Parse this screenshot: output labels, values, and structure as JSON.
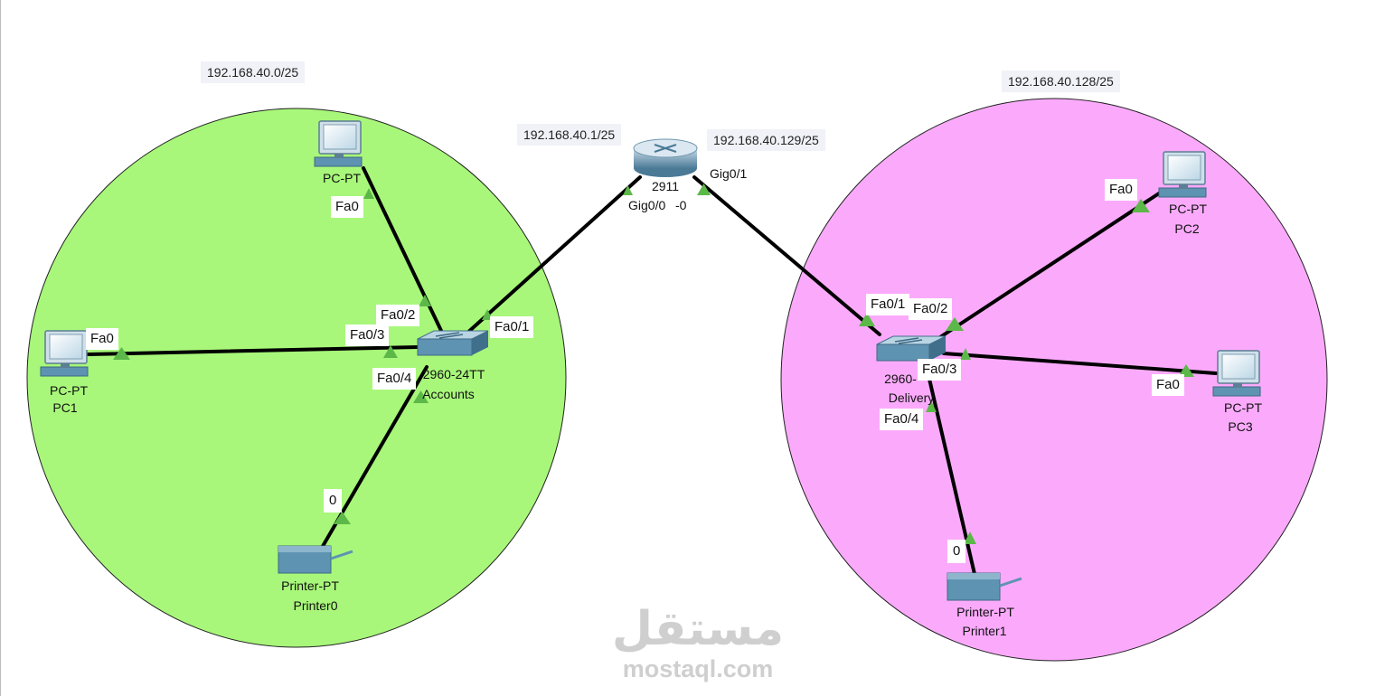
{
  "subnets": {
    "left": "192.168.40.0/25",
    "right": "192.168.40.128/25"
  },
  "router": {
    "model": "2911",
    "left_ip": "192.168.40.1/25",
    "right_ip": "192.168.40.129/25",
    "port_left": "Gig0/0",
    "port_left_suffix": "-0",
    "port_right": "Gig0/1"
  },
  "switch_accounts": {
    "model": "2960-24TT",
    "name": "Accounts"
  },
  "switch_delivery": {
    "model": "2960-",
    "name": "Delivery"
  },
  "devices": {
    "pc0": {
      "type": "PC-PT"
    },
    "pc1": {
      "type": "PC-PT",
      "name": "PC1"
    },
    "pc2": {
      "type": "PC-PT",
      "name": "PC2"
    },
    "pc3": {
      "type": "PC-PT",
      "name": "PC3"
    },
    "printer0": {
      "type": "Printer-PT",
      "name": "Printer0"
    },
    "printer1": {
      "type": "Printer-PT",
      "name": "Printer1"
    }
  },
  "ports": {
    "pc0_fa0": "Fa0",
    "pc1_fa0": "Fa0",
    "pc2_fa0": "Fa0",
    "pc3_fa0": "Fa0",
    "acc_fa01": "Fa0/1",
    "acc_fa02": "Fa0/2",
    "acc_fa03": "Fa0/3",
    "acc_fa04": "Fa0/4",
    "del_fa01": "Fa0/1",
    "del_fa02": "Fa0/2",
    "del_fa03": "Fa0/3",
    "del_fa04": "Fa0/4",
    "printer0_port": "0",
    "printer1_port": "0"
  },
  "colors": {
    "left_zone": "#a8f77a",
    "right_zone": "#fbaafb",
    "link": "#000000",
    "port_marker": "#5cb848",
    "device": "#5f93b2"
  },
  "watermark": {
    "logo": "مستقل",
    "url": "mostaql.com"
  }
}
